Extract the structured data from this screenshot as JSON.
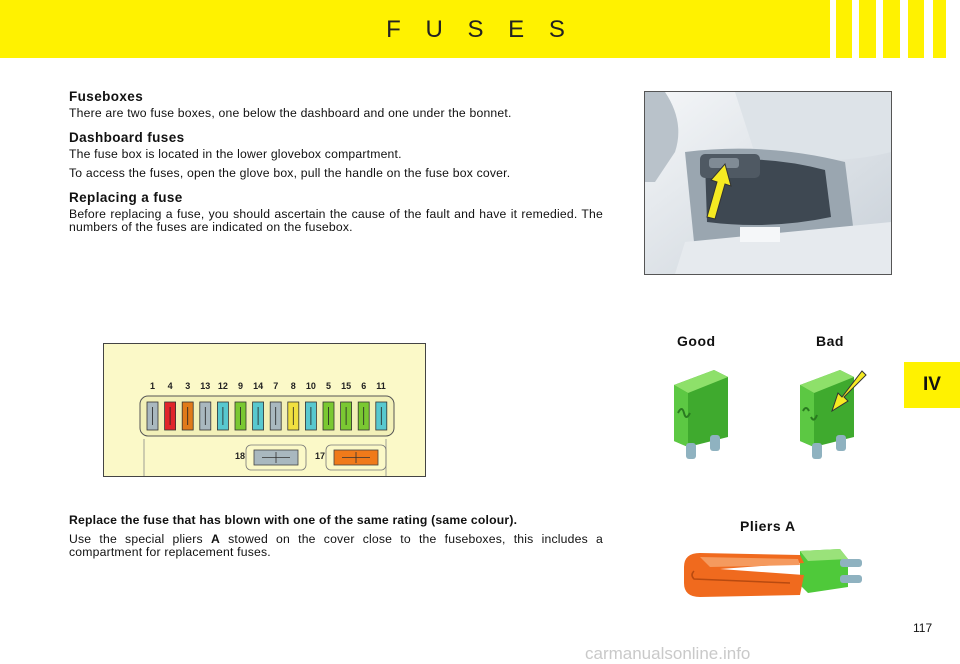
{
  "header": {
    "title": "F U S E S"
  },
  "chapter": "IV",
  "sections": [
    {
      "heading": "Fuseboxes",
      "paragraphs": [
        "There are two fuse boxes, one below the dashboard and one under the bonnet."
      ]
    },
    {
      "heading": "Dashboard fuses",
      "paragraphs": [
        "The fuse box is located in the lower glovebox compartment.",
        "To access the fuses, open the glove box, pull the handle on the fuse box cover."
      ]
    },
    {
      "heading": "Replacing a fuse",
      "paragraphs": [
        "Before replacing a fuse, you should ascertain the cause of the fault and have it remedied. The numbers of the fuses are indicated on the fusebox."
      ]
    }
  ],
  "fusebox": {
    "numbers": [
      "1",
      "4",
      "3",
      "13",
      "12",
      "9",
      "14",
      "7",
      "8",
      "10",
      "5",
      "15",
      "6",
      "11"
    ],
    "colors": [
      "#a9b8bf",
      "#e0242a",
      "#e07a1a",
      "#a9b8bf",
      "#58c8cf",
      "#7ac832",
      "#58c8cf",
      "#a9b8bf",
      "#f0e040",
      "#58c8cf",
      "#7ac832",
      "#7ac832",
      "#7ac832",
      "#58c8cf"
    ],
    "large": [
      {
        "number": "18",
        "color": "#a9b8bf"
      },
      {
        "number": "17",
        "color": "#f07a1a"
      }
    ]
  },
  "labels": {
    "good": "Good",
    "bad": "Bad",
    "pliers": "Pliers A"
  },
  "lower": {
    "bold_text": "Replace the fuse that has blown with one of the same rating (same colour).",
    "text_before": "Use the special pliers ",
    "text_bold": "A",
    "text_after": " stowed on the cover close to the fuseboxes, this includes a compartment for replacement fuses."
  },
  "page_number": "117",
  "watermark": "carmanualsonline.info",
  "colors": {
    "accent": "#fff200",
    "fuse_green": "#4fc93a"
  }
}
